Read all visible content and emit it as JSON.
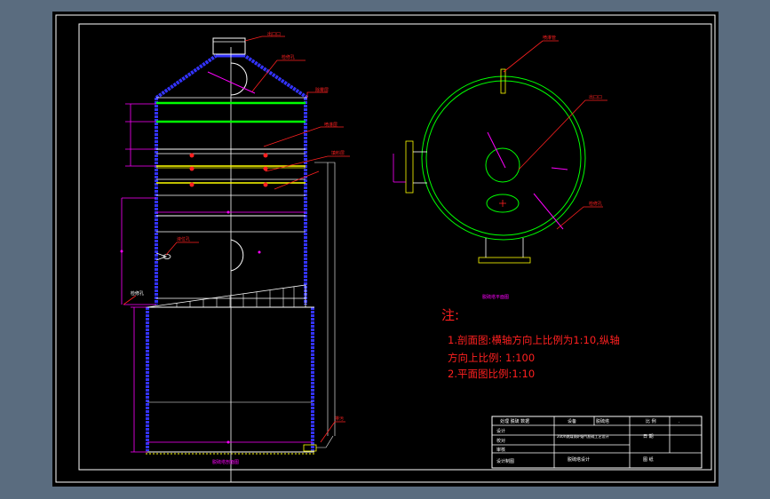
{
  "labels": {
    "outlet": "出口口",
    "manhole_top": "检修孔",
    "demister": "除雾层",
    "spray_layer": "喷淋层",
    "packing": "填料层",
    "manhole_mid": "检修孔",
    "level": "液位孔",
    "drain": "排污",
    "plan_outlet": "出口口",
    "plan_manhole": "检修孔",
    "plan_pipe": "喷淋管"
  },
  "view_titles": {
    "section": "脱硫塔剖面图",
    "plan": "脱硫塔平面图"
  },
  "notes": {
    "heading": "注:",
    "line1": "1.剖面图:横轴方向上比例为1:10,纵轴",
    "line2": "方向上比例:  1:100",
    "line3": "2.平面图比例:1:10"
  },
  "title_block": {
    "r1c1": "处理 脱硫 数据",
    "r1c2": "设备",
    "r1c3": "脱硫塔",
    "r1c4": "比 例",
    "r1c5": ".",
    "r2c1": "设计",
    "r2c2": "20t/h燃煤锅炉烟气脱硫工艺设计",
    "r2c3": "日 期",
    "r3c1": "校对",
    "r4c1": "审核",
    "r5c1": "设计制图",
    "r5c2": "脱硫塔设计",
    "r5c3": "图 纸"
  },
  "colors": {
    "shell": "#3333ff",
    "dim": "#ff00ff",
    "note": "#ff2020",
    "drawing": "#ffffff",
    "plan": "#00ff00",
    "yellow": "#ffff00"
  }
}
